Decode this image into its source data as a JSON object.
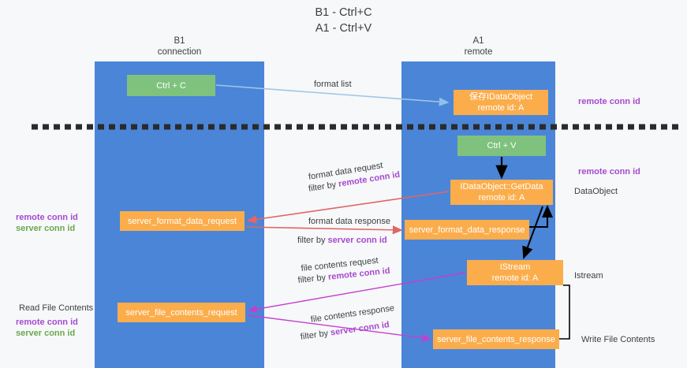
{
  "diagram": {
    "title": "B1 - Ctrl+C\nA1 - Ctrl+V",
    "lanes": [
      {
        "id": "b1",
        "heading": "B1\nconnection"
      },
      {
        "id": "a1",
        "heading": "A1\nremote"
      }
    ],
    "colors": {
      "lane": "#4b85d8",
      "node_green": "#7ec27e",
      "node_orange": "#fbad4c",
      "accent_purple": "#a64ad0",
      "accent_green": "#6aa84f",
      "arrow_blue": "#9fc5e8",
      "arrow_red": "#e06666",
      "arrow_magenta": "#c23fd0",
      "arrow_black": "#000000",
      "background": "#f7f8f9",
      "text": "#3c4043"
    },
    "nodes": {
      "ctrl_c": "Ctrl + C",
      "ctrl_v": "Ctrl + V",
      "idataobject": "保存IDataObject\nremote id: A",
      "getdata": "IDataObject::GetData\nremote id: A",
      "istream": "IStream\nremote id: A",
      "server_format_data_request": "server_format_data_request",
      "server_format_data_response": "server_format_data_response",
      "server_file_contents_request": "server_file_contents_request",
      "server_file_contents_response": "server_file_contents_response"
    },
    "edge_labels": {
      "format_list": "format list",
      "format_data_request": "format data request",
      "format_data_request_filter_prefix": "filter by ",
      "format_data_request_filter_key": "remote conn id",
      "format_data_response": "format data response",
      "format_data_response_filter_prefix": "filter by ",
      "format_data_response_filter_key": "server conn id",
      "file_contents_request": "file contents request",
      "file_contents_request_filter_prefix": "filter by ",
      "file_contents_request_filter_key": "remote conn id",
      "file_contents_response": "file contents response",
      "file_contents_response_filter_prefix": "filter by ",
      "file_contents_response_filter_key": "server conn id"
    },
    "right_labels": {
      "remote_conn_id_top": "remote conn id",
      "remote_conn_id_mid": "remote conn id",
      "dataobject": "DataObject",
      "istream": "Istream",
      "write_file_contents": "Write File Contents"
    },
    "left_labels": {
      "remote_conn_id_mid": "remote conn id",
      "server_conn_id_mid": "server conn id",
      "read_file_contents": "Read File Contents",
      "remote_conn_id_low": "remote conn id",
      "server_conn_id_low": "server conn id"
    }
  }
}
